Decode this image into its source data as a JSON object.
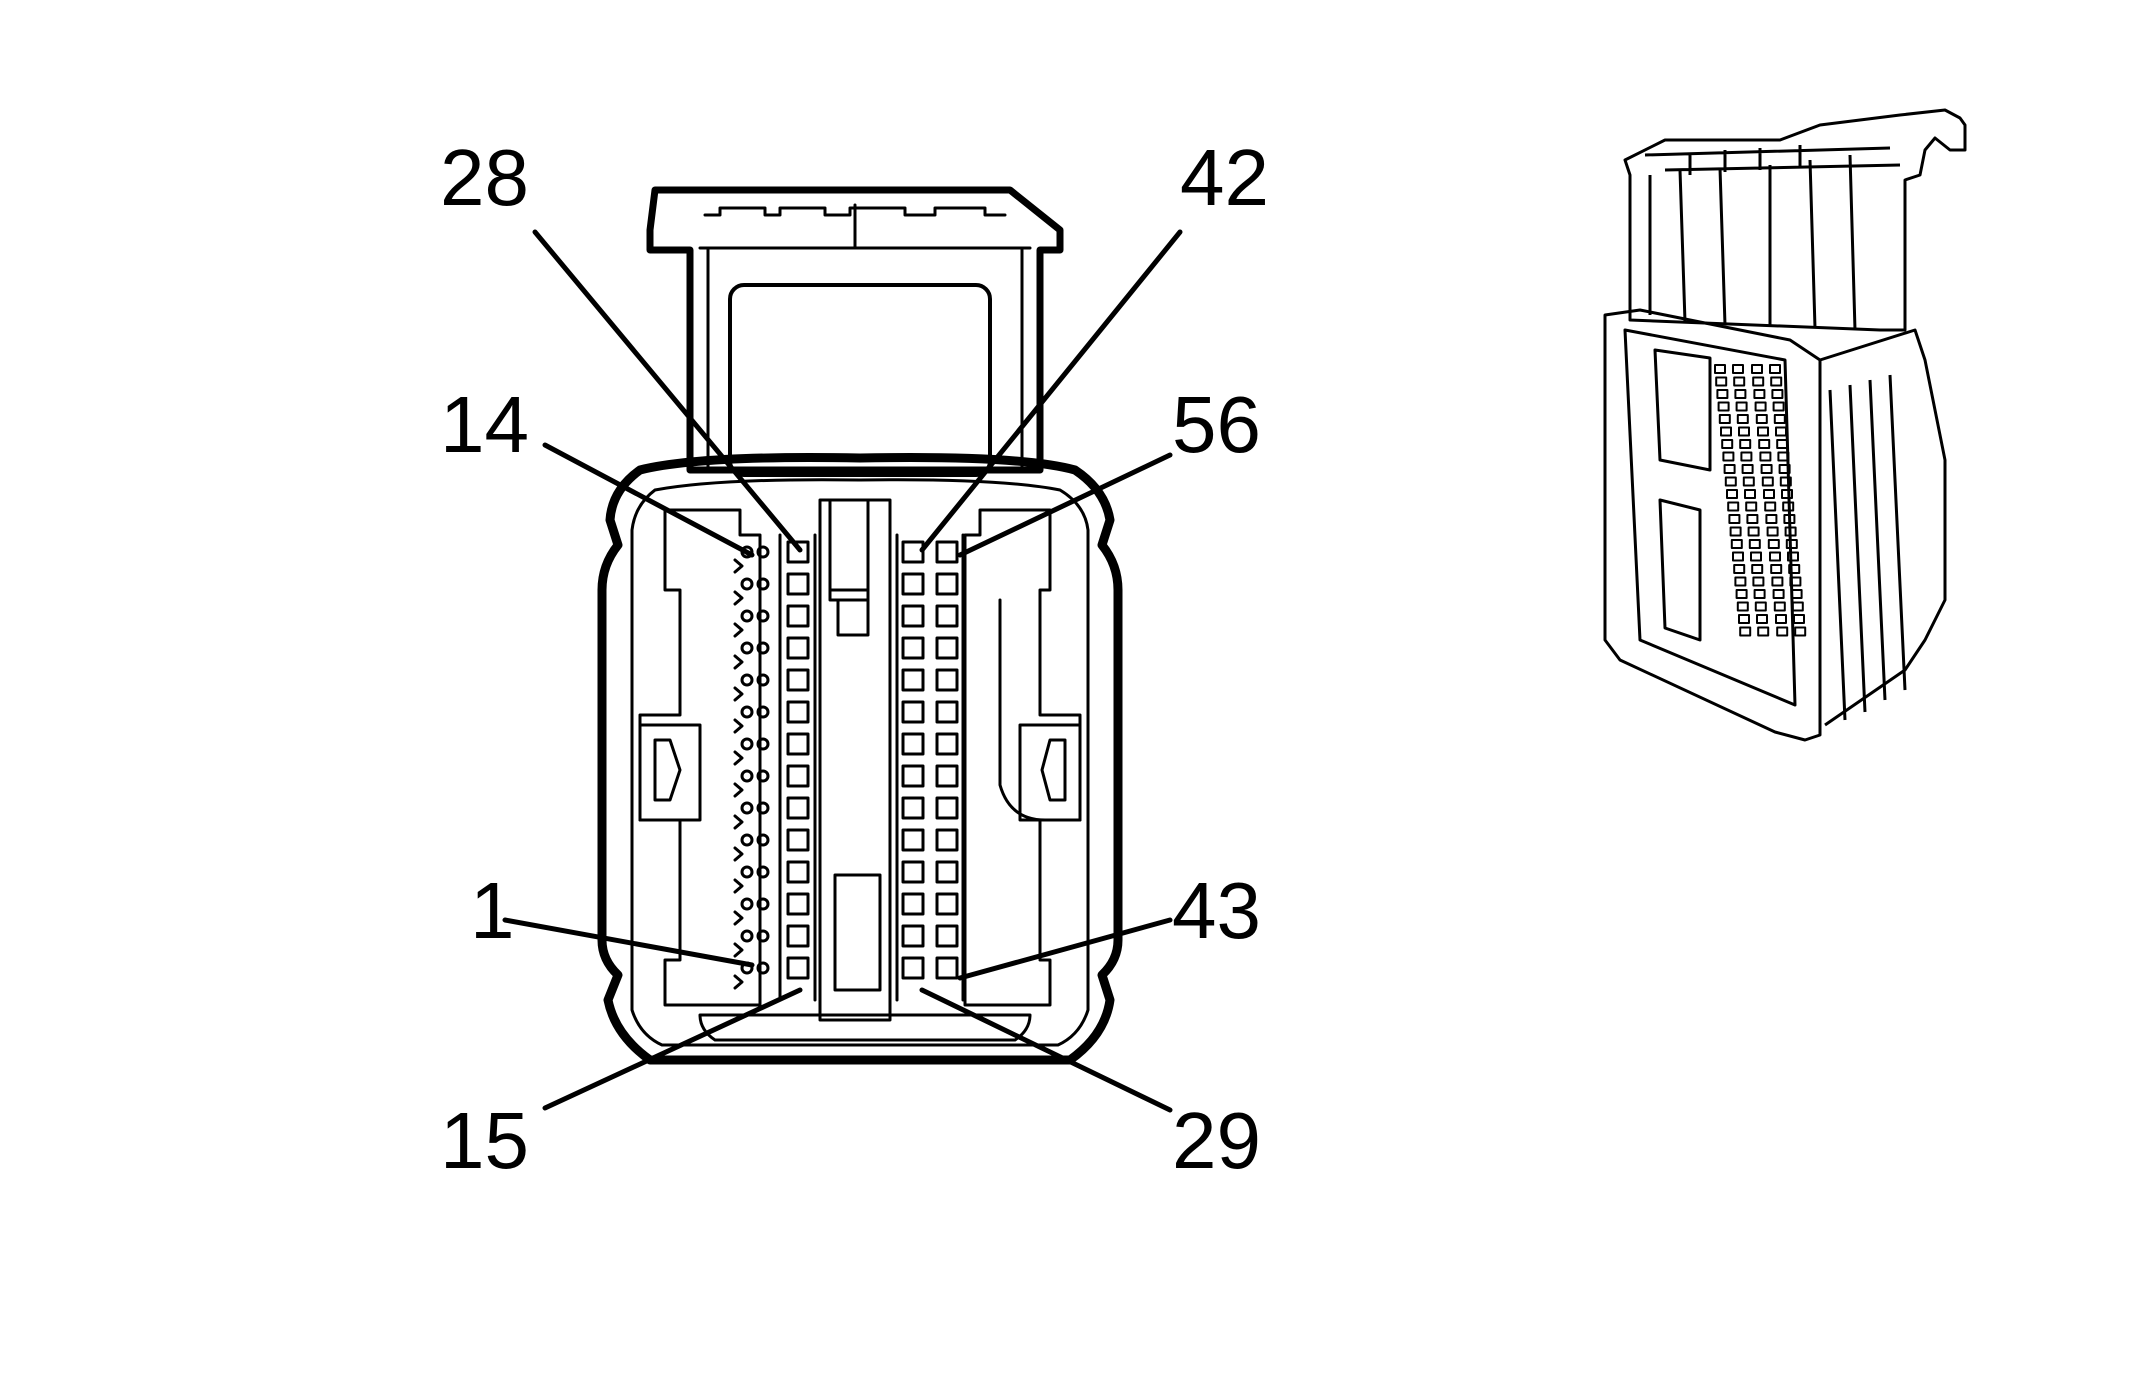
{
  "colors": {
    "line": "#000000",
    "background": "#ffffff"
  },
  "pin_labels": [
    {
      "id": "28",
      "text": "28"
    },
    {
      "id": "42",
      "text": "42"
    },
    {
      "id": "14",
      "text": "14"
    },
    {
      "id": "56",
      "text": "56"
    },
    {
      "id": "1",
      "text": "1"
    },
    {
      "id": "43",
      "text": "43"
    },
    {
      "id": "15",
      "text": "15"
    },
    {
      "id": "29",
      "text": "29"
    }
  ],
  "connector": {
    "rows_per_column": 14,
    "inner_left_pins": "15-28",
    "inner_right_pins": "29-42",
    "outer_right_pins": "43-56",
    "outer_left_pins": "1-14"
  }
}
